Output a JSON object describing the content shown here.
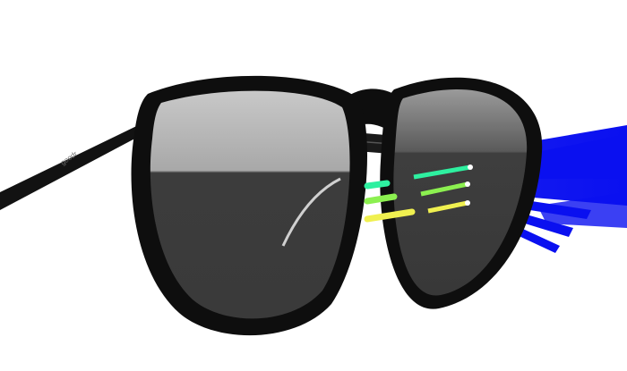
{
  "scene": {
    "subject": "black round eyeglasses with blue-light filtering lenses",
    "temple_brand_text": "goodr",
    "colors": {
      "frame": "#0e0e0e",
      "lens": "#3a3a3a",
      "lens_highlight": "#b9b9b9",
      "blue_beam": "#0a10f0",
      "teal_beam": "#2ef0a0",
      "green_beam": "#8cf050",
      "yellow_beam": "#f0f050"
    },
    "beams": {
      "filtered": [
        "teal",
        "green",
        "yellow"
      ],
      "blocked": "blue"
    }
  }
}
